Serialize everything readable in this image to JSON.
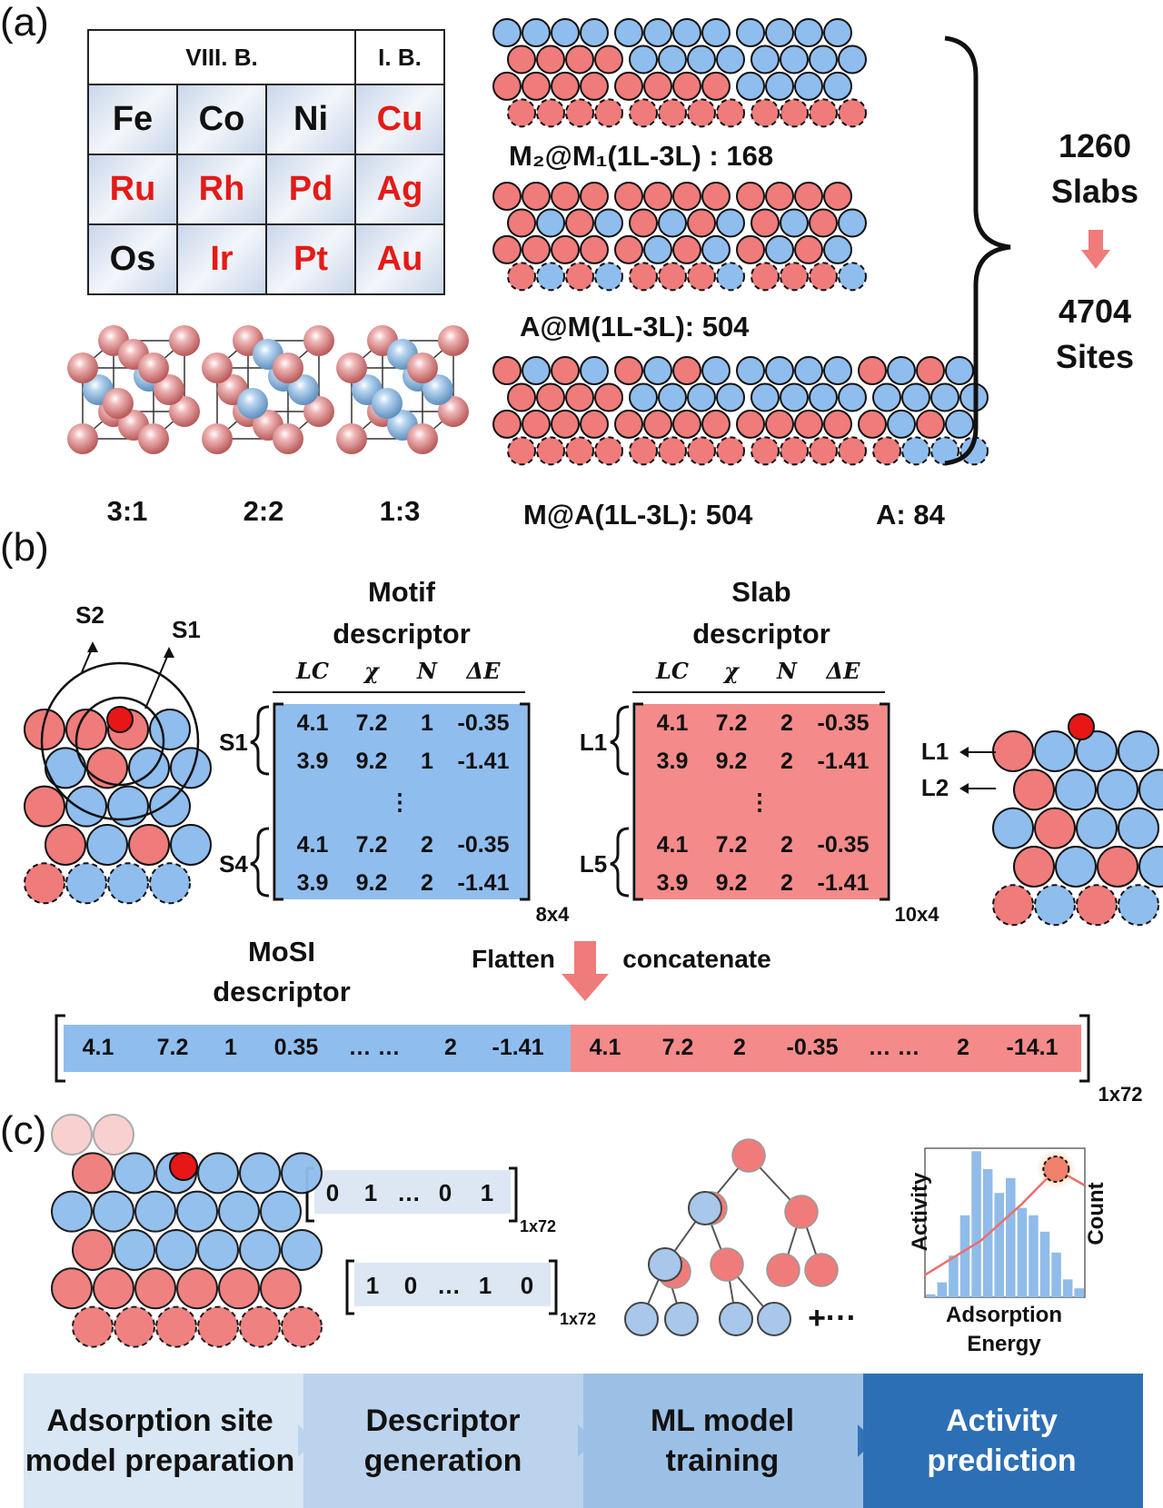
{
  "panels": {
    "a": "(a)",
    "b": "(b)",
    "c": "(c)"
  },
  "periodic_table": {
    "groups": [
      "VIII. B.",
      "I. B."
    ],
    "rows": [
      [
        {
          "sym": "Fe",
          "color": "#111111"
        },
        {
          "sym": "Co",
          "color": "#111111"
        },
        {
          "sym": "Ni",
          "color": "#111111"
        },
        {
          "sym": "Cu",
          "color": "#e41b17"
        }
      ],
      [
        {
          "sym": "Ru",
          "color": "#e41b17"
        },
        {
          "sym": "Rh",
          "color": "#e41b17"
        },
        {
          "sym": "Pd",
          "color": "#e41b17"
        },
        {
          "sym": "Ag",
          "color": "#e41b17"
        }
      ],
      [
        {
          "sym": "Os",
          "color": "#111111"
        },
        {
          "sym": "Ir",
          "color": "#e41b17"
        },
        {
          "sym": "Pt",
          "color": "#e41b17"
        },
        {
          "sym": "Au",
          "color": "#e41b17"
        }
      ]
    ]
  },
  "ratios": [
    "3:1",
    "2:2",
    "1:3"
  ],
  "slab_groups": {
    "m2m1": "M₂@M₁(1L-3L) : 168",
    "am": "A@M(1L-3L): 504",
    "ma": "M@A(1L-3L): 504",
    "a": "A: 84"
  },
  "totals": {
    "slabs_num": "1260",
    "slabs": "Slabs",
    "sites_num": "4704",
    "sites": "Sites"
  },
  "motif": {
    "title1": "Motif",
    "title2": "descriptor",
    "headers": [
      "LC",
      "χ",
      "N",
      "ΔE"
    ],
    "group_top": "S1",
    "group_bottom": "S4",
    "rows_top": [
      [
        "4.1",
        "7.2",
        "1",
        "-0.35"
      ],
      [
        "3.9",
        "9.2",
        "1",
        "-1.41"
      ]
    ],
    "rows_bottom": [
      [
        "4.1",
        "7.2",
        "2",
        "-0.35"
      ],
      [
        "3.9",
        "9.2",
        "2",
        "-1.41"
      ]
    ],
    "dots": "⋮",
    "size": "8x4",
    "shell_labels": [
      "S2",
      "S1"
    ]
  },
  "slab": {
    "title1": "Slab",
    "title2": "descriptor",
    "headers": [
      "LC",
      "χ",
      "N",
      "ΔE"
    ],
    "group_top": "L1",
    "group_bottom": "L5",
    "rows_top": [
      [
        "4.1",
        "7.2",
        "2",
        "-0.35"
      ],
      [
        "3.9",
        "9.2",
        "2",
        "-1.41"
      ]
    ],
    "rows_bottom": [
      [
        "4.1",
        "7.2",
        "2",
        "-0.35"
      ],
      [
        "3.9",
        "9.2",
        "2",
        "-1.41"
      ]
    ],
    "dots": "⋮",
    "size": "10x4",
    "layer_labels": [
      "L1",
      "L2"
    ]
  },
  "mosi": {
    "title1": "MoSI",
    "title2": "descriptor",
    "flatten": "Flatten",
    "concatenate": "concatenate",
    "blue_values": [
      "4.1",
      "7.2",
      "1",
      "0.35",
      "… …",
      "2",
      "-1.41"
    ],
    "red_values": [
      "4.1",
      "7.2",
      "2",
      "-0.35",
      "… …",
      "2",
      "-14.1"
    ],
    "size": "1x72"
  },
  "vectors": {
    "v1": [
      "0",
      "1",
      "…",
      "0",
      "1"
    ],
    "v2": [
      "1",
      "0",
      "…",
      "1",
      "0"
    ],
    "size": "1x72"
  },
  "tree_more": "+···",
  "activity_chart": {
    "ylabel_left": "Activity",
    "ylabel_right": "Count",
    "xlabel1": "Adsorption",
    "xlabel2": "Energy"
  },
  "workflow": [
    "Adsorption site model preparation",
    "Descriptor generation",
    "ML model training",
    "Activity prediction"
  ],
  "colors": {
    "blue": "#8fbdee",
    "red": "#f07b7b",
    "pink": "#f48a8a",
    "adsorbate": "#e81717"
  }
}
